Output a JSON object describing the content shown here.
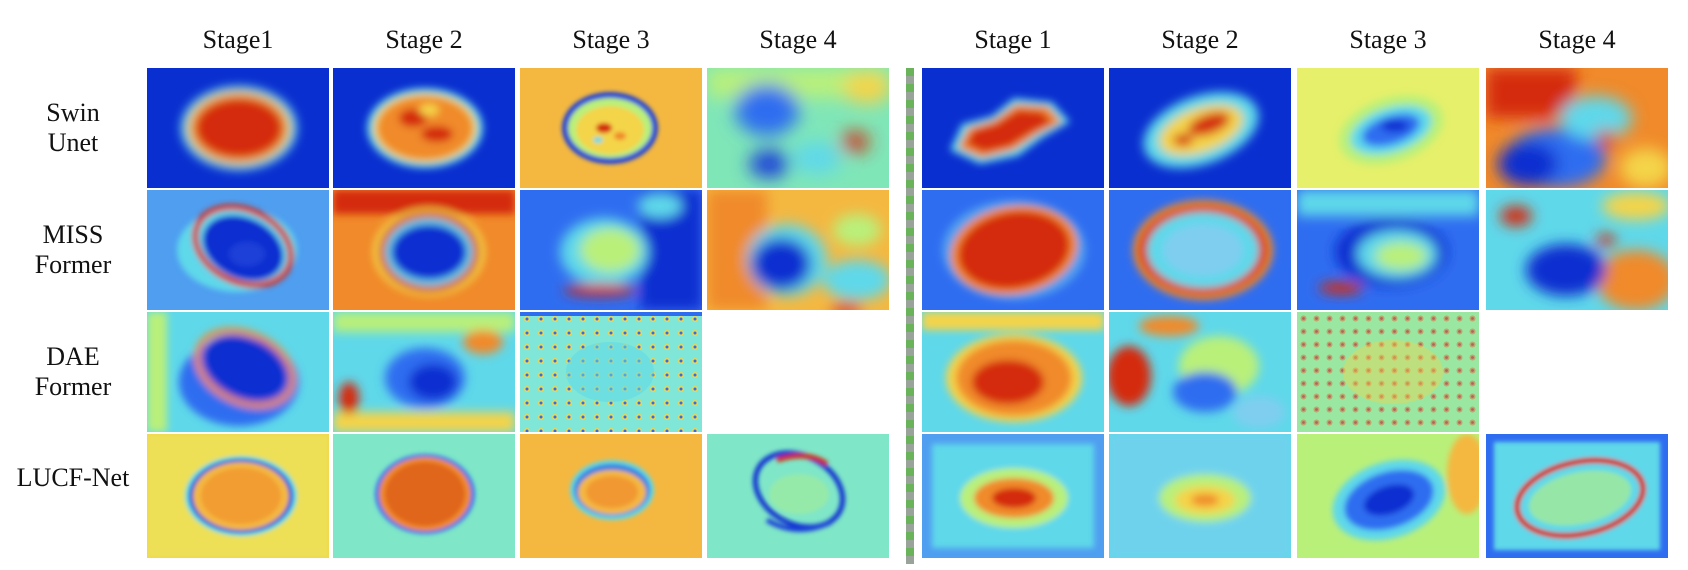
{
  "col_headers": [
    "Stage1",
    "Stage 2",
    "Stage 3",
    "Stage 4",
    "Stage 1",
    "Stage 2",
    "Stage 3",
    "Stage 4"
  ],
  "rows": [
    {
      "label_line1": "Swin",
      "label_line2": "Unet"
    },
    {
      "label_line1": "MISS",
      "label_line2": "Former"
    },
    {
      "label_line1": "DAE",
      "label_line2": "Former"
    },
    {
      "label_line1": "LUCF-Net",
      "label_line2": ""
    }
  ],
  "colors": {
    "deep_blue": "#0a2fd0",
    "blue": "#2f6df0",
    "cyan": "#5fd8ea",
    "light_green": "#b9f07a",
    "yellow": "#f4d448",
    "orange": "#f08a2a",
    "red": "#d42a10",
    "divider_green": "#6bb35a",
    "divider_gray": "#9aa39a"
  }
}
